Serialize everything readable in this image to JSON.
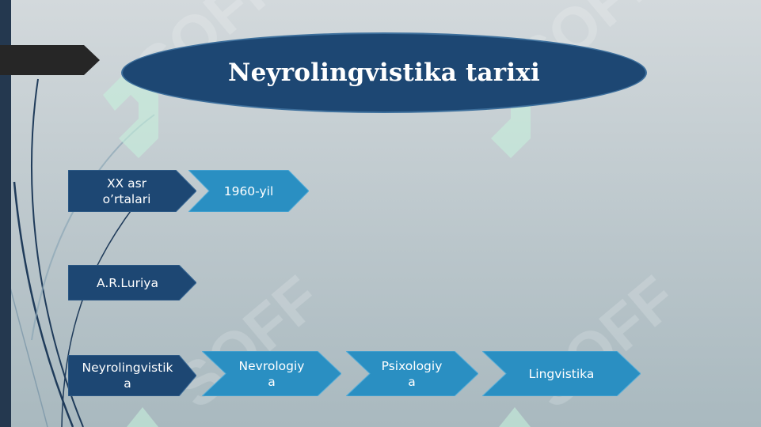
{
  "slide": {
    "title": "Neyrolingvistika tarixi",
    "rows": [
      {
        "items": [
          {
            "label": "XX asr o’rtalari",
            "lines": [
              "XX asr",
              "o’rtalari"
            ],
            "style": "dark"
          },
          {
            "label": "1960-yil",
            "lines": [
              "1960-yil"
            ],
            "style": "light"
          }
        ]
      },
      {
        "items": [
          {
            "label": "A.R.Luriya",
            "lines": [
              "A.R.Luriya"
            ],
            "style": "dark"
          }
        ]
      },
      {
        "items": [
          {
            "label": "Neyrolingvistika",
            "lines": [
              "Neyrolingvistik",
              "a"
            ],
            "style": "dark"
          },
          {
            "label": "Nevrologiya",
            "lines": [
              "Nevrologiy",
              "a"
            ],
            "style": "light"
          },
          {
            "label": "Psixologiya",
            "lines": [
              "Psixologiy",
              "a"
            ],
            "style": "light"
          },
          {
            "label": "Lingvistika",
            "lines": [
              "Lingvistika"
            ],
            "style": "light"
          }
        ]
      }
    ],
    "colors": {
      "dark_chevron": "#1d4773",
      "light_chevron": "#2a8fc2",
      "title_fill": "#1d4773",
      "left_bar": "#24384f",
      "tab": "#262626"
    },
    "watermark": "SOFF"
  }
}
